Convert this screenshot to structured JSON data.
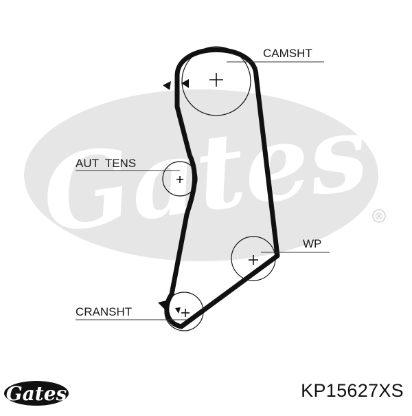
{
  "labels": {
    "camshaft": "CAMSHT",
    "tensioner": "AUT  TENS",
    "water_pump": "WP",
    "crankshaft": "CRANSHT"
  },
  "part_number": "KP15627XS",
  "brand": {
    "watermark_text": "Gates",
    "logo_text": "Gates",
    "registered_mark": "®"
  },
  "colors": {
    "belt": "#111111",
    "watermark": "#e6e6e6",
    "label_line": "#333333"
  },
  "icons": {
    "pulley_center": "plus-sign",
    "rotation": "arrowhead-triangle"
  }
}
